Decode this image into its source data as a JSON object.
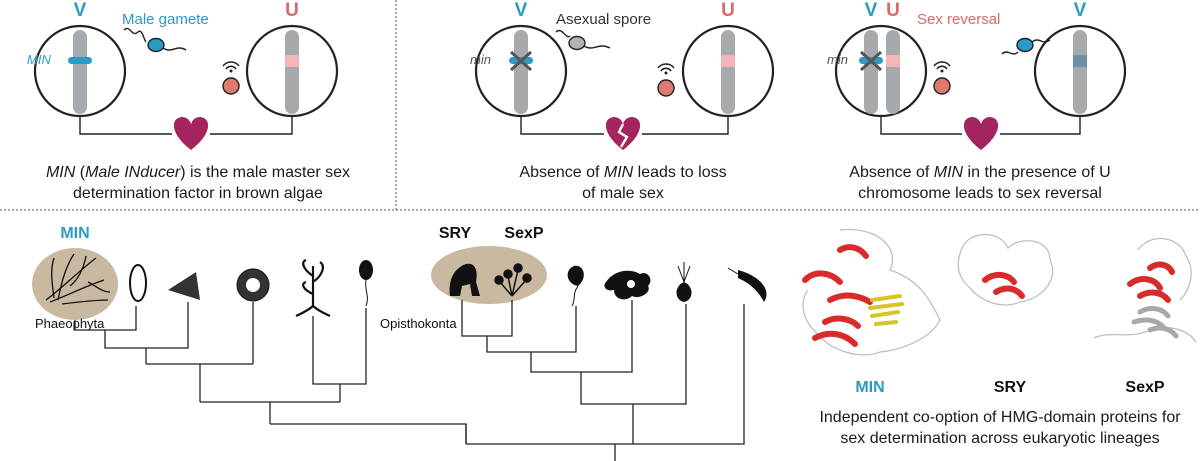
{
  "panels": [
    {
      "left_letter": "V",
      "right_letter": "U",
      "gamete_label": "Male gamete",
      "gene_label": "MIN",
      "caption_parts": [
        "MIN",
        " (",
        "Male INducer",
        ") is the male master sex",
        "determination factor in brown algae"
      ]
    },
    {
      "left_letter": "V",
      "right_letter": "U",
      "gamete_label": "Asexual spore",
      "gene_label": "min",
      "caption_parts": [
        "Absence of ",
        "MIN",
        " leads to loss",
        "of male sex"
      ]
    },
    {
      "left_letter_1": "V",
      "left_letter_2": "U",
      "right_letter": "V",
      "gamete_label": "Sex reversal",
      "gene_label": "min",
      "caption_parts": [
        "Absence of ",
        "MIN",
        " in the presence of U",
        "chromosome leads to sex reversal"
      ]
    }
  ],
  "tree": {
    "min_label": "MIN",
    "sry_label": "SRY",
    "sexp_label": "SexP",
    "phaeophyta_label": "Phaeophyta",
    "opisthokonta_label": "Opisthokonta"
  },
  "structures": {
    "labels": [
      "MIN",
      "SRY",
      "SexP"
    ],
    "caption_line1": "Independent co-option of HMG-domain proteins for",
    "caption_line2": "sex determination across eukaryotic lineages"
  },
  "colors": {
    "v_blue": "#2a9bc4",
    "u_pink": "#d96a6a",
    "heart": "#a3245f",
    "chromosome": "#a7aaad",
    "pink_band": "#f2b6b6",
    "red_helix": "#d92b2b",
    "highlight_bg": "#c9b9a1"
  }
}
